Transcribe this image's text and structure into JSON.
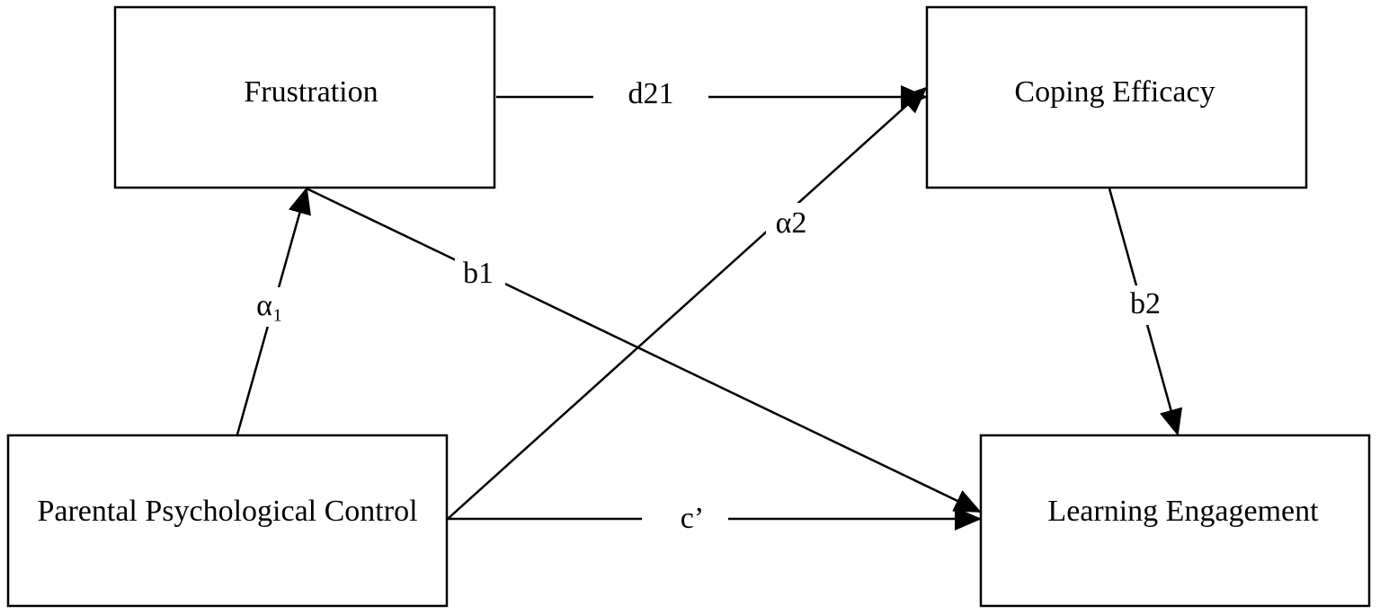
{
  "nodes": {
    "frustration": {
      "label": "Frustration"
    },
    "coping_efficacy": {
      "label": "Coping Efficacy"
    },
    "parental_control": {
      "label": "Parental Psychological Control"
    },
    "learning_engagement": {
      "label": "Learning Engagement"
    }
  },
  "edges": {
    "d21": {
      "label": "d21",
      "from": "Frustration",
      "to": "Coping Efficacy"
    },
    "a1": {
      "label": "α₁",
      "from": "Parental Psychological Control",
      "to": "Frustration"
    },
    "a2": {
      "label": "α2",
      "from": "Parental Psychological Control",
      "to": "Coping Efficacy"
    },
    "b1": {
      "label": "b1",
      "from": "Frustration",
      "to": "Learning Engagement"
    },
    "b2": {
      "label": "b2",
      "from": "Coping Efficacy",
      "to": "Learning Engagement"
    },
    "c_prime": {
      "label": "c’",
      "from": "Parental Psychological Control",
      "to": "Learning Engagement"
    }
  },
  "colors": {
    "stroke": "#000000",
    "background": "#ffffff"
  }
}
